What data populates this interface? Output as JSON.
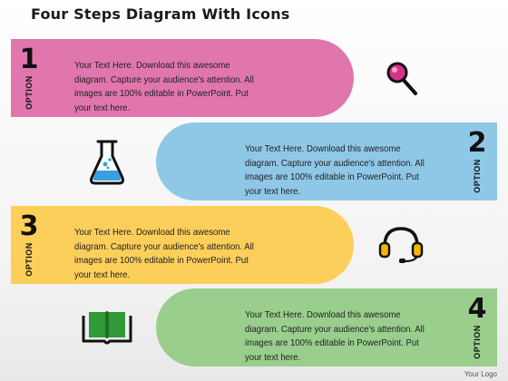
{
  "title": "Four Steps Diagram With Icons",
  "colors": {
    "step1": "#e076ad",
    "step2": "#8fc7e7",
    "step3": "#fccf5b",
    "step4": "#99ce8d"
  },
  "steps": [
    {
      "number": "1",
      "option_label": "OPTION",
      "text": "Your Text Here. Download this awesome diagram. Capture your audience's attention. All images are 100% editable in PowerPoint. Put your text here.",
      "icon": "magnifier-icon"
    },
    {
      "number": "2",
      "option_label": "OPTION",
      "text": "Your Text Here. Download this awesome diagram. Capture your audience's attention. All images are 100% editable in PowerPoint. Put your text here.",
      "icon": "flask-icon"
    },
    {
      "number": "3",
      "option_label": "OPTION",
      "text": "Your Text Here. Download this awesome diagram. Capture your audience's attention. All images are 100% editable in PowerPoint. Put your text here.",
      "icon": "headset-icon"
    },
    {
      "number": "4",
      "option_label": "OPTION",
      "text": "Your Text Here. Download this awesome diagram. Capture your audience's attention. All images are 100% editable in PowerPoint. Put your text here.",
      "icon": "book-icon"
    }
  ],
  "logo": "Your Logo"
}
